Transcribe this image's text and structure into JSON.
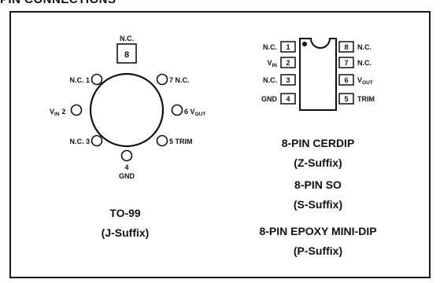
{
  "heading": "PIN CONNECTIONS",
  "to99": {
    "pins": {
      "p8_num": "8",
      "p8_name": "N.C.",
      "p1": "N.C. 1",
      "p2_prefix": "V",
      "p2_sub": "IN",
      "p2_num": "2",
      "p3": "N.C. 3",
      "p4_num": "4",
      "p4_name": "GND",
      "p5": "5 TRIM",
      "p6_prefix": "6 V",
      "p6_sub": "OUT",
      "p7": "7 N.C."
    },
    "caption_line1": "TO-99",
    "caption_line2": "(J-Suffix)"
  },
  "dip": {
    "left": [
      {
        "name": "N.C.",
        "num": "1"
      },
      {
        "name_prefix": "V",
        "name_sub": "IN",
        "num": "2"
      },
      {
        "name": "N.C.",
        "num": "3"
      },
      {
        "name": "GND",
        "num": "4"
      }
    ],
    "right": [
      {
        "num": "8",
        "name": "N.C."
      },
      {
        "num": "7",
        "name": "N.C."
      },
      {
        "num": "6",
        "name_prefix": "V",
        "name_sub": "OUT"
      },
      {
        "num": "5",
        "name": "TRIM"
      }
    ],
    "captions": [
      "8-PIN CERDIP",
      "(Z-Suffix)",
      "8-PIN SO",
      "(S-Suffix)",
      "8-PIN EPOXY MINI-DIP",
      "(P-Suffix)"
    ]
  }
}
